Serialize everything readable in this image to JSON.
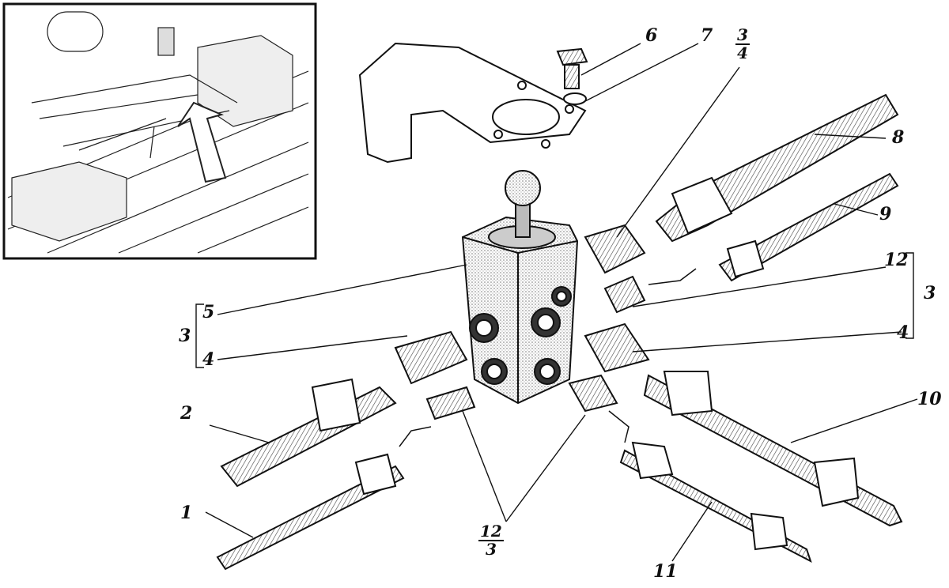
{
  "diagram": {
    "type": "exploded-parts-view",
    "labels": {
      "p1": "1",
      "p2": "2",
      "p3_left": "3",
      "p5": "5",
      "p4_left": "4",
      "p6": "6",
      "p7": "7",
      "p3_top_num": "3",
      "p3_top_den": "4",
      "p8": "8",
      "p9": "9",
      "p12_right": "12",
      "p3_right": "3",
      "p4_right": "4",
      "p10": "10",
      "p11": "11",
      "p12_bottom_num": "12",
      "p12_bottom_den": "3"
    },
    "colors": {
      "ink": "#111111",
      "paper": "#ffffff",
      "shade": "#9a9a9a"
    }
  }
}
